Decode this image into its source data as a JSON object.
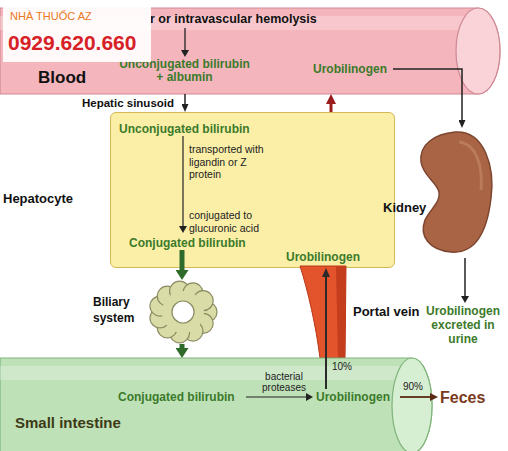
{
  "diagram": {
    "nodes": [
      {
        "text": [
          "Blood",
          "r or intravascular hemolysis",
          "Unconjugated bilirubin + albumin",
          "Urobilinogen"
        ]
      },
      {
        "text": [
          "Hepatocyte",
          "Unconjugated bilirubin",
          "transported with ligandin or Z protein",
          "conjugated to glucuronic acid",
          "Conjugated bilirubin",
          "Urobilinogen"
        ]
      },
      {
        "text": [
          "Kidney"
        ]
      },
      {
        "text": [
          "Biliary system"
        ]
      },
      {
        "text": [
          "Portal vein"
        ]
      },
      {
        "text": [
          "Small intestine",
          "Conjugated bilirubin",
          "bacterial proteases",
          "Urobilinogen"
        ]
      }
    ],
    "edges": [
      {
        "from": 0,
        "to": 1,
        "arrow": "to"
      },
      {
        "from": 1,
        "to": 0,
        "arrow": "to"
      },
      {
        "from": 0,
        "to": 2,
        "arrow": "to"
      },
      {
        "from": 1,
        "to": 3,
        "arrow": "to"
      },
      {
        "from": 3,
        "to": 5,
        "arrow": "to"
      },
      {
        "from": 5,
        "to": 1,
        "label": "10%",
        "arrow": "to"
      }
    ],
    "labels": [
      "NHÀ THUỐC AZ",
      "0929.620.660",
      "Hepatic sinusoid",
      "Urobilinogen excreted in urine",
      "90%",
      "Feces"
    ]
  }
}
